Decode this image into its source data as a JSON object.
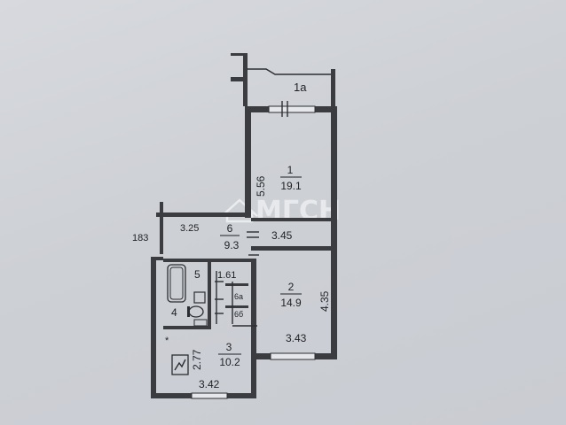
{
  "watermark": {
    "text": "МГСН"
  },
  "rooms": [
    {
      "id": "1a",
      "number": "1а",
      "area": "",
      "dims": []
    },
    {
      "id": "1",
      "number": "1",
      "area": "19.1",
      "dims": [
        "5.56"
      ]
    },
    {
      "id": "2",
      "number": "2",
      "area": "14.9",
      "dims": [
        "4.35",
        "3.43"
      ]
    },
    {
      "id": "3",
      "number": "3",
      "area": "10.2",
      "dims": [
        "2.77",
        "3.42"
      ]
    },
    {
      "id": "4",
      "number": "4",
      "area": "",
      "dims": []
    },
    {
      "id": "5",
      "number": "5",
      "area": "",
      "dims": [
        "1.61"
      ]
    },
    {
      "id": "6",
      "number": "6",
      "area": "9.3",
      "dims": [
        "3.25",
        "3.45",
        "183"
      ]
    },
    {
      "id": "6a",
      "number": "6а",
      "area": "",
      "dims": []
    },
    {
      "id": "6b",
      "number": "6б",
      "area": "",
      "dims": []
    }
  ]
}
